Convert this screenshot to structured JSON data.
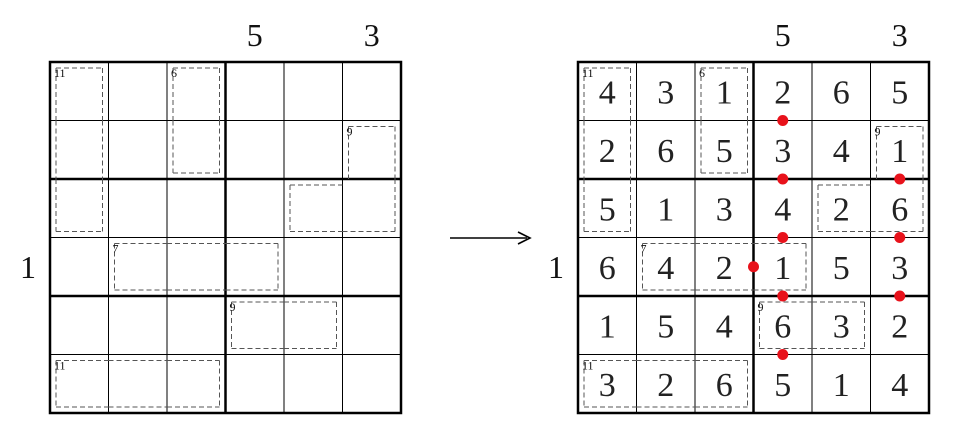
{
  "left_puzzle": {
    "top_clues": [
      "",
      "",
      "",
      "5",
      "",
      "3"
    ],
    "left_clues": [
      "",
      "",
      "",
      "1",
      "",
      ""
    ],
    "cages": [
      {
        "sum": "11",
        "cells": [
          [
            0,
            0
          ],
          [
            1,
            0
          ],
          [
            2,
            0
          ]
        ]
      },
      {
        "sum": "6",
        "cells": [
          [
            0,
            2
          ],
          [
            1,
            2
          ]
        ]
      },
      {
        "sum": "9",
        "cells": [
          [
            1,
            5
          ],
          [
            2,
            5
          ],
          [
            2,
            4
          ]
        ]
      },
      {
        "sum": "7",
        "cells": [
          [
            3,
            1
          ],
          [
            3,
            2
          ],
          [
            3,
            3
          ]
        ]
      },
      {
        "sum": "9",
        "cells": [
          [
            4,
            3
          ],
          [
            4,
            4
          ]
        ]
      },
      {
        "sum": "11",
        "cells": [
          [
            5,
            0
          ],
          [
            5,
            1
          ],
          [
            5,
            2
          ]
        ]
      }
    ],
    "digits": [
      [
        "",
        "",
        "",
        "",
        "",
        ""
      ],
      [
        "",
        "",
        "",
        "",
        "",
        ""
      ],
      [
        "",
        "",
        "",
        "",
        "",
        ""
      ],
      [
        "",
        "",
        "",
        "",
        "",
        ""
      ],
      [
        "",
        "",
        "",
        "",
        "",
        ""
      ],
      [
        "",
        "",
        "",
        "",
        "",
        ""
      ]
    ]
  },
  "right_puzzle": {
    "top_clues": [
      "",
      "",
      "",
      "5",
      "",
      "3"
    ],
    "left_clues": [
      "",
      "",
      "",
      "1",
      "",
      ""
    ],
    "cages": [
      {
        "sum": "11",
        "cells": [
          [
            0,
            0
          ],
          [
            1,
            0
          ],
          [
            2,
            0
          ]
        ]
      },
      {
        "sum": "6",
        "cells": [
          [
            0,
            2
          ],
          [
            1,
            2
          ]
        ]
      },
      {
        "sum": "9",
        "cells": [
          [
            1,
            5
          ],
          [
            2,
            5
          ],
          [
            2,
            4
          ]
        ]
      },
      {
        "sum": "7",
        "cells": [
          [
            3,
            1
          ],
          [
            3,
            2
          ],
          [
            3,
            3
          ]
        ]
      },
      {
        "sum": "9",
        "cells": [
          [
            4,
            3
          ],
          [
            4,
            4
          ]
        ]
      },
      {
        "sum": "11",
        "cells": [
          [
            5,
            0
          ],
          [
            5,
            1
          ],
          [
            5,
            2
          ]
        ]
      }
    ],
    "digits": [
      [
        "4",
        "3",
        "1",
        "2",
        "6",
        "5"
      ],
      [
        "2",
        "6",
        "5",
        "3",
        "4",
        "1"
      ],
      [
        "5",
        "1",
        "3",
        "4",
        "2",
        "6"
      ],
      [
        "6",
        "4",
        "2",
        "1",
        "5",
        "3"
      ],
      [
        "1",
        "5",
        "4",
        "6",
        "3",
        "2"
      ],
      [
        "3",
        "2",
        "6",
        "5",
        "1",
        "4"
      ]
    ],
    "dots": [
      {
        "between": [
          [
            0,
            3
          ],
          [
            1,
            3
          ]
        ]
      },
      {
        "between": [
          [
            1,
            3
          ],
          [
            2,
            3
          ]
        ]
      },
      {
        "between": [
          [
            2,
            3
          ],
          [
            3,
            3
          ]
        ]
      },
      {
        "between": [
          [
            3,
            3
          ],
          [
            4,
            3
          ]
        ]
      },
      {
        "between": [
          [
            4,
            3
          ],
          [
            5,
            3
          ]
        ]
      },
      {
        "between": [
          [
            3,
            2
          ],
          [
            3,
            3
          ]
        ]
      },
      {
        "between": [
          [
            2,
            5
          ],
          [
            1,
            5
          ]
        ]
      },
      {
        "between": [
          [
            2,
            5
          ],
          [
            3,
            5
          ]
        ]
      },
      {
        "between": [
          [
            3,
            5
          ],
          [
            4,
            5
          ]
        ]
      }
    ]
  },
  "arrow_symbol": "→",
  "colors": {
    "dot": "#e8121b",
    "grid": "#000000",
    "cage": "#555555"
  }
}
